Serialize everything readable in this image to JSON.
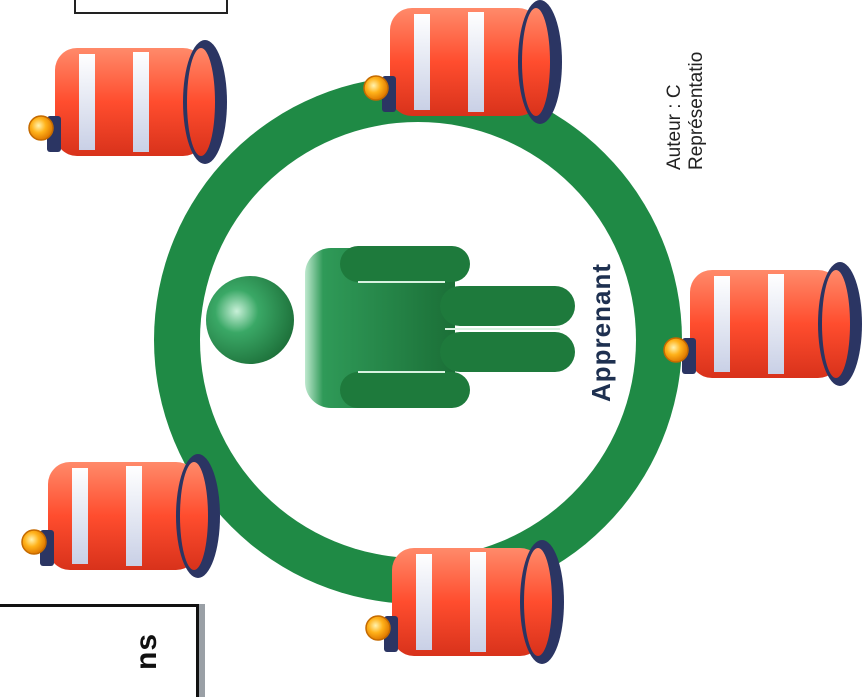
{
  "center_label": "Apprenant",
  "side_note": {
    "line1": "Auteur : C",
    "line2": "Représentatio"
  },
  "box_bottom_text": "ns",
  "colors": {
    "ring": "#1f8a45",
    "figure": "#1e7a3c",
    "cone_stripe": "#ff5a3c",
    "cone_white": "#f4f6fb",
    "cone_rim": "#2b3563",
    "lamp": "#ffb21a"
  },
  "icons": [
    "learner-figure-icon",
    "traffic-barrel-icon",
    "warning-lamp-icon"
  ]
}
